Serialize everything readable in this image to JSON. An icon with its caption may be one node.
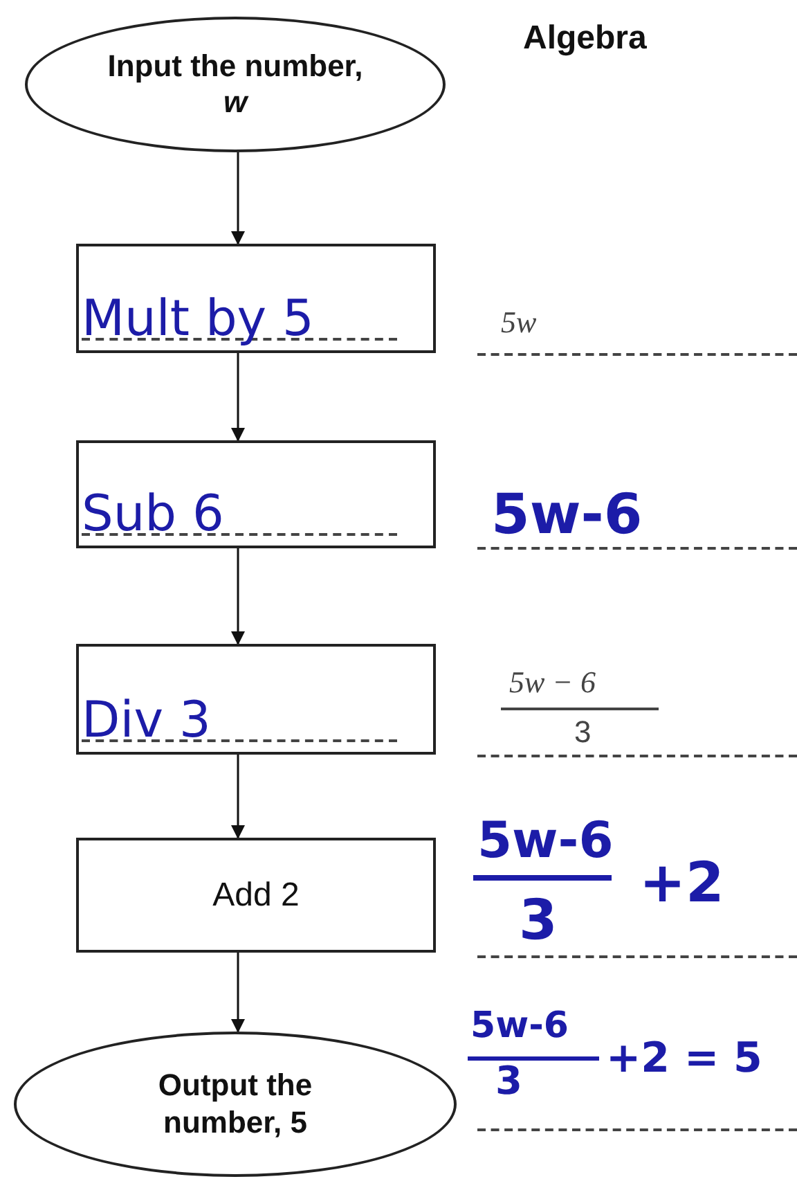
{
  "diagram": {
    "title": "Algebra",
    "nodes": [
      {
        "text": [
          "Input the number, *w*"
        ]
      },
      {
        "text": [
          "Mult by 5"
        ]
      },
      {
        "text": [
          "Sub 6"
        ]
      },
      {
        "text": [
          "Div 3"
        ]
      },
      {
        "text": [
          "Add 2"
        ]
      },
      {
        "text": [
          "Output the number, 5"
        ]
      }
    ],
    "edges": [
      {
        "from": 0,
        "to": 1,
        "arrow": "to"
      },
      {
        "from": 1,
        "to": 2,
        "arrow": "to"
      },
      {
        "from": 2,
        "to": 3,
        "arrow": "to"
      },
      {
        "from": 3,
        "to": 4,
        "arrow": "to"
      },
      {
        "from": 4,
        "to": 5,
        "arrow": "to"
      }
    ],
    "labels": [
      "5w",
      "5w-6",
      "5w − 6",
      "3",
      "5w-6",
      "3",
      "+2",
      "5w-6",
      "3",
      "+2 = 5"
    ]
  }
}
